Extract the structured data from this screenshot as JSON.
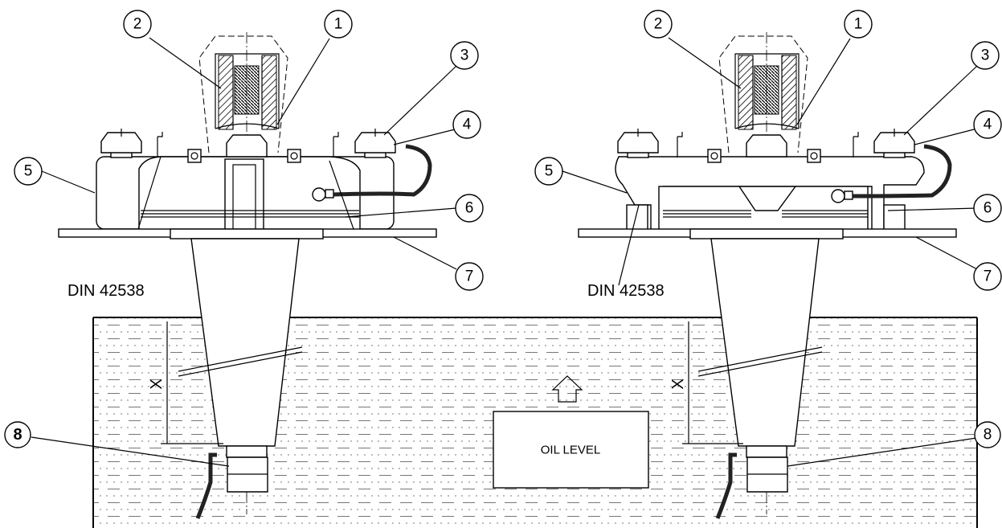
{
  "labels": {
    "standard_left": "DIN 42538",
    "standard_right": "DIN 42538",
    "oil_level": "OIL LEVEL",
    "dimension": "X"
  },
  "callouts_left": [
    "1",
    "2",
    "3",
    "4",
    "5",
    "6",
    "7",
    "8"
  ],
  "callouts_right": [
    "1",
    "2",
    "3",
    "4",
    "5",
    "6",
    "7",
    "8"
  ],
  "colors": {
    "line": "#000000",
    "background": "#ffffff",
    "cable": "#222222"
  }
}
